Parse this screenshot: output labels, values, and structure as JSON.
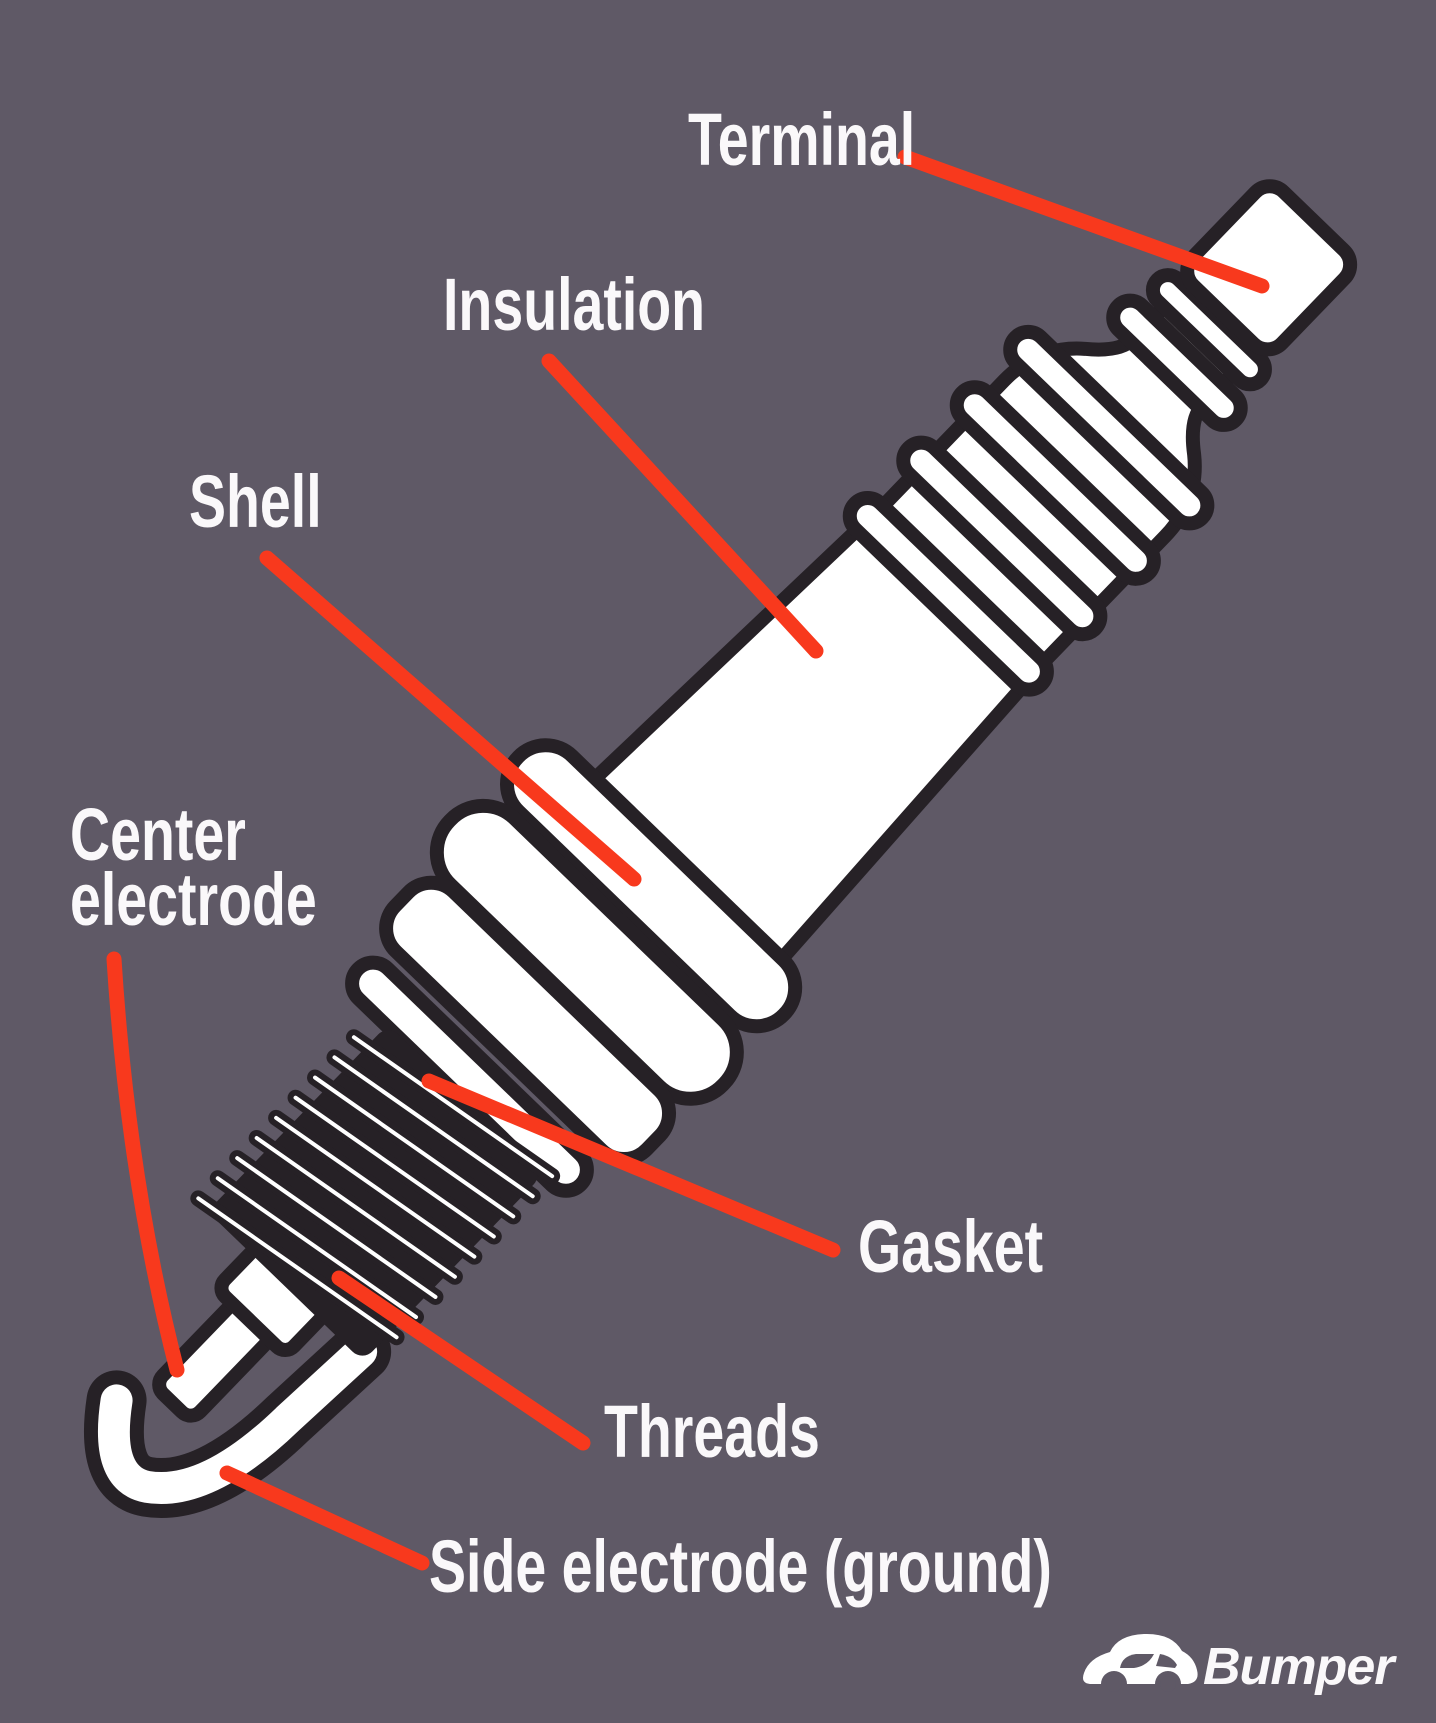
{
  "theme": {
    "background": "#5f5966",
    "ink": "#262126",
    "fill": "#ffffff",
    "accent": "#f8391d",
    "text": "#faf8fa"
  },
  "diagram": {
    "labels": {
      "terminal": "Terminal",
      "insulation": "Insulation",
      "shell": "Shell",
      "center_electrode": "Center\nelectrode",
      "gasket": "Gasket",
      "threads": "Threads",
      "side_electrode": "Side electrode (ground)"
    }
  },
  "logo": {
    "brand": "Bumper"
  }
}
